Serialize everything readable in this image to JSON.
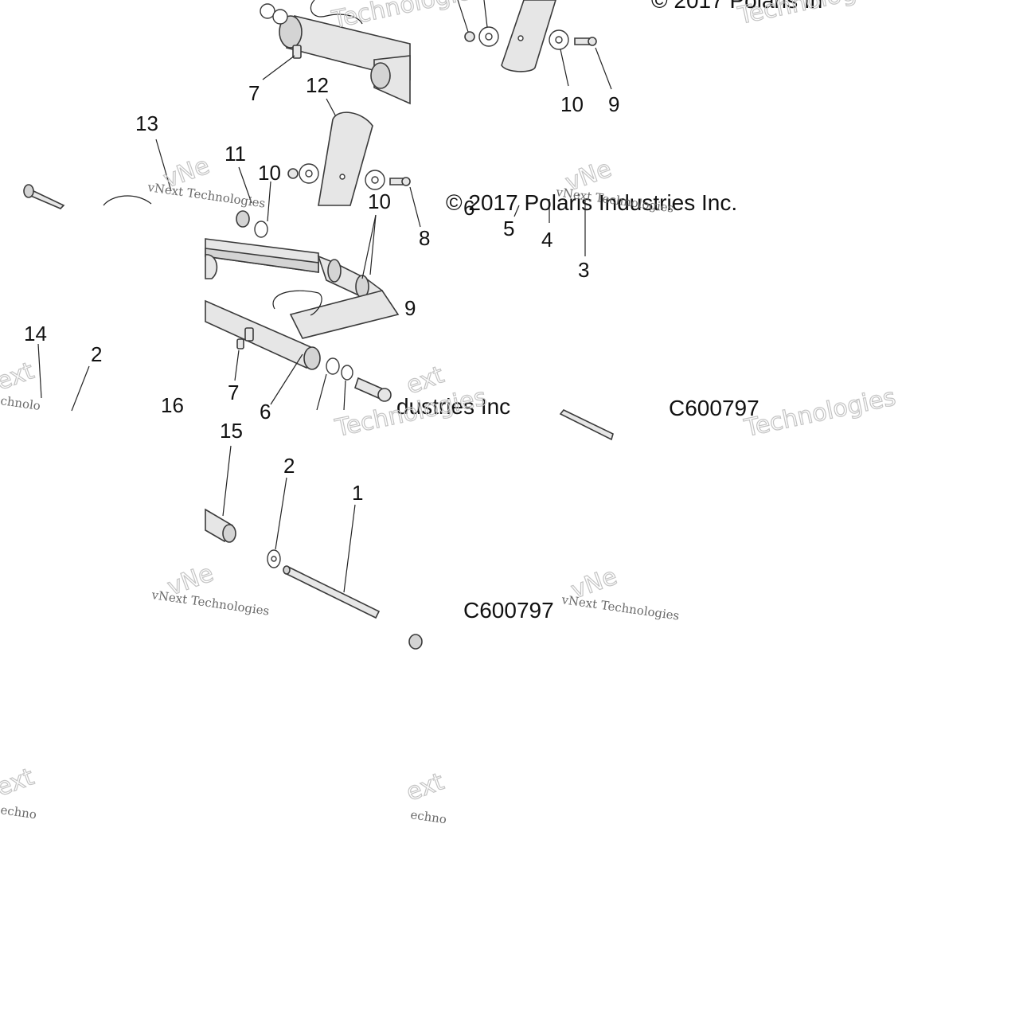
{
  "diagram": {
    "callouts": {
      "t1_7": "7",
      "t1_12": "12",
      "t1_13": "13",
      "t1_11": "11",
      "t1_10": "10",
      "t2_10": "10",
      "t2_9": "9",
      "t3_10": "10",
      "t3_8": "8",
      "t4_6": "6",
      "t4_5": "5",
      "t4_4": "4",
      "t4_3": "3",
      "t5_14": "14",
      "t5_2": "2",
      "t5_16": "16",
      "t6_9": "9",
      "t6_7": "7",
      "t6_6": "6",
      "t7_15": "15",
      "t7_2": "2",
      "t7_1": "1"
    },
    "captions": {
      "copyright_top": "© 2017 Polaris In",
      "copyright_mid": "© 2017 Polaris Industries Inc.",
      "industries_fragment": "dustries Inc",
      "code_mid_right": "C600797",
      "code_bottom": "C600797"
    },
    "watermark": {
      "line1": "vNext Technologies",
      "line2": "Technologies",
      "frag_vne": "vNe",
      "frag_ext": "ext",
      "frag_techno": "chnolo",
      "frag_chno": "echno"
    }
  }
}
